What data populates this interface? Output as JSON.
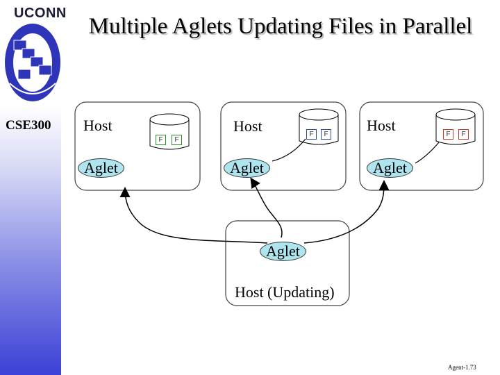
{
  "header": {
    "logo_text": "UCONN",
    "title": "Multiple Aglets Updating Files in Parallel",
    "course": "CSE300"
  },
  "diagram": {
    "hosts": [
      {
        "label": "Host",
        "aglet": "Aglet",
        "files": [
          "F",
          "F"
        ],
        "file_color": "#2a8a2a"
      },
      {
        "label": "Host",
        "aglet": "Aglet",
        "files": [
          "F",
          "F"
        ],
        "file_color": "#2a4ba0"
      },
      {
        "label": "Host",
        "aglet": "Aglet",
        "files": [
          "F",
          "F"
        ],
        "file_color": "#c0392b"
      }
    ],
    "updating_host": {
      "label": "Host (Updating)",
      "aglet": "Aglet"
    }
  },
  "footer": {
    "page": "Agent-1.73"
  },
  "colors": {
    "aglet_fill": "#aee4ee",
    "sidebar_bottom": "#3c40d6"
  }
}
